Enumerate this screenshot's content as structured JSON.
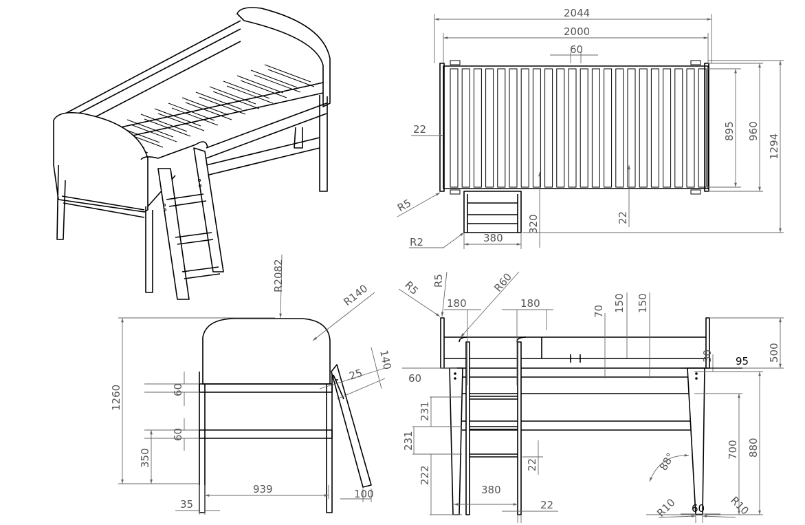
{
  "top_view": {
    "overall_length": "2044",
    "inner_length": "2000",
    "center_gap": "60",
    "end_thickness": "22",
    "slat_span": "895",
    "frame_width": "960",
    "total_depth": "1294",
    "corner_radius": "R5",
    "ladder_projection": "320",
    "slat_width": "22",
    "ladder_radius": "R2",
    "ladder_width": "380"
  },
  "end_view": {
    "headboard_radius": "R2082",
    "corner_radius": "R140",
    "total_height": "1260",
    "rail_upper": "60",
    "rail_lower": "60",
    "rail_height": "350",
    "ladder_offset": "25",
    "ladder_depth": "140",
    "width": "939",
    "leg_width": "35",
    "ladder_foot": "100"
  },
  "front_view": {
    "radius_a": "R5",
    "radius_b": "R5",
    "radius_c": "R60",
    "cutout_left": "180",
    "cutout_right": "180",
    "rail_70": "70",
    "rail_150_a": "150",
    "rail_150_b": "150",
    "dim_30": "30",
    "dim_95": "95",
    "headboard_500": "500",
    "dim_60_left": "60",
    "rung_231_a": "231",
    "rung_231_b": "231",
    "rung_222": "222",
    "rung_thickness": "22",
    "leg_700": "700",
    "leg_880": "880",
    "angle": "88°",
    "ladder_width": "380",
    "ladder_rail": "22",
    "foot_radius_left": "R10",
    "foot_radius_right": "R10",
    "foot_width": "60"
  }
}
